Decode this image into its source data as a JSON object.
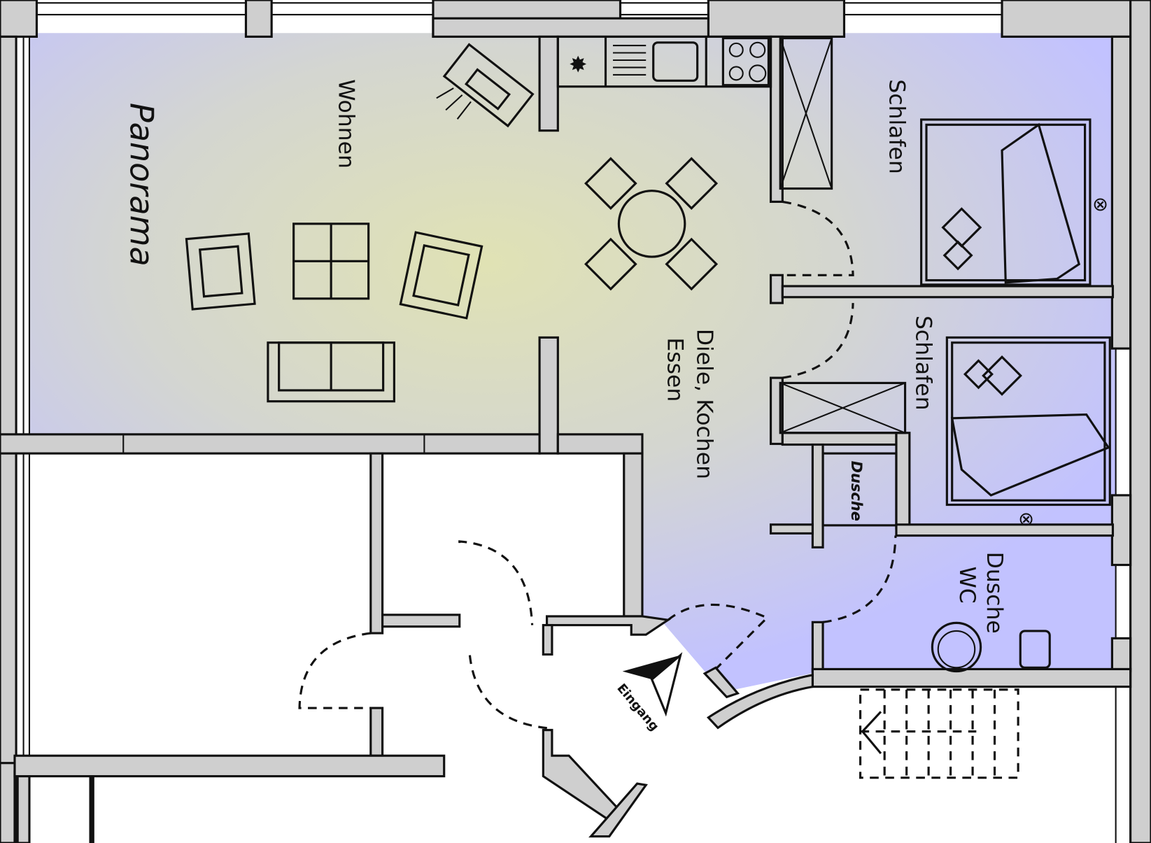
{
  "plan": {
    "rooms": {
      "panorama": "Panorama",
      "wohnen": "Wohnen",
      "diele_line1": "Diele, Kochen",
      "diele_line2": "Essen",
      "schlafen_1": "Schlafen",
      "schlafen_2": "Schlafen",
      "dusche": "Dusche",
      "dusche_wc_line1": "Dusche",
      "dusche_wc_line2": "WC",
      "eingang": "Eingang"
    },
    "colors": {
      "wall": "#cfcfcf",
      "floor_edge": "#c4c4ff",
      "floor_center": "#dfe0b6",
      "outline": "#111111"
    }
  }
}
